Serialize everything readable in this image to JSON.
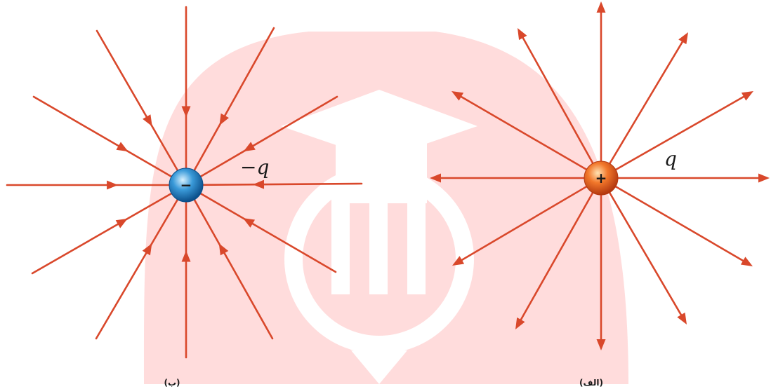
{
  "panels": {
    "negative": {
      "label": "(ب)",
      "charge_symbol": "−",
      "charge_name": "−q",
      "color": "#3a9ad9"
    },
    "positive": {
      "label": "(الف)",
      "charge_symbol": "+",
      "charge_name": "q",
      "color": "#f2782b"
    }
  },
  "colors": {
    "field_line": "#d9482b",
    "watermark": "#ffd0d0"
  }
}
